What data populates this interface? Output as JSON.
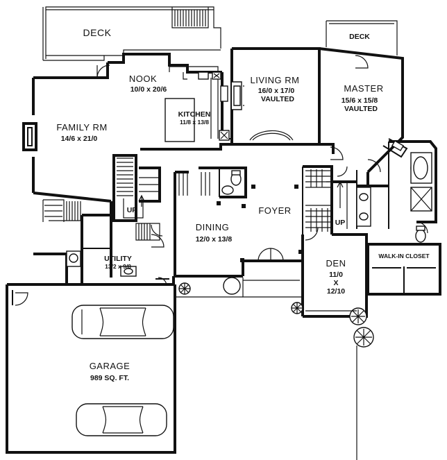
{
  "rooms": {
    "deck_main": "DECK",
    "deck_master": "DECK",
    "nook": {
      "name": "NOOK",
      "size": "10/0 x 20/6"
    },
    "living": {
      "name": "LIVING RM",
      "size": "16/0 x 17/0",
      "note": "VAULTED"
    },
    "master": {
      "name": "MASTER",
      "size": "15/6 x 15/8",
      "note": "VAULTED"
    },
    "kitchen": {
      "name": "KITCHEN",
      "size": "11/8 x 13/8"
    },
    "family": {
      "name": "FAMILY RM",
      "size": "14/6 x 21/0"
    },
    "foyer": {
      "name": "FOYER"
    },
    "dining": {
      "name": "DINING",
      "size": "12/0 x 13/8"
    },
    "utility": {
      "name": "UTILITY",
      "size": "13/2 x 9/8"
    },
    "den": {
      "name": "DEN",
      "width": "11/0",
      "x": "X",
      "depth": "12/10"
    },
    "walkin": {
      "name": "WALK-IN CLOSET"
    },
    "garage": {
      "name": "GARAGE",
      "size": "989 SQ. FT."
    }
  },
  "stairs": {
    "up_left": "UP",
    "up_right": "UP"
  },
  "colors": {
    "ink": "#111111",
    "paper": "#ffffff"
  }
}
